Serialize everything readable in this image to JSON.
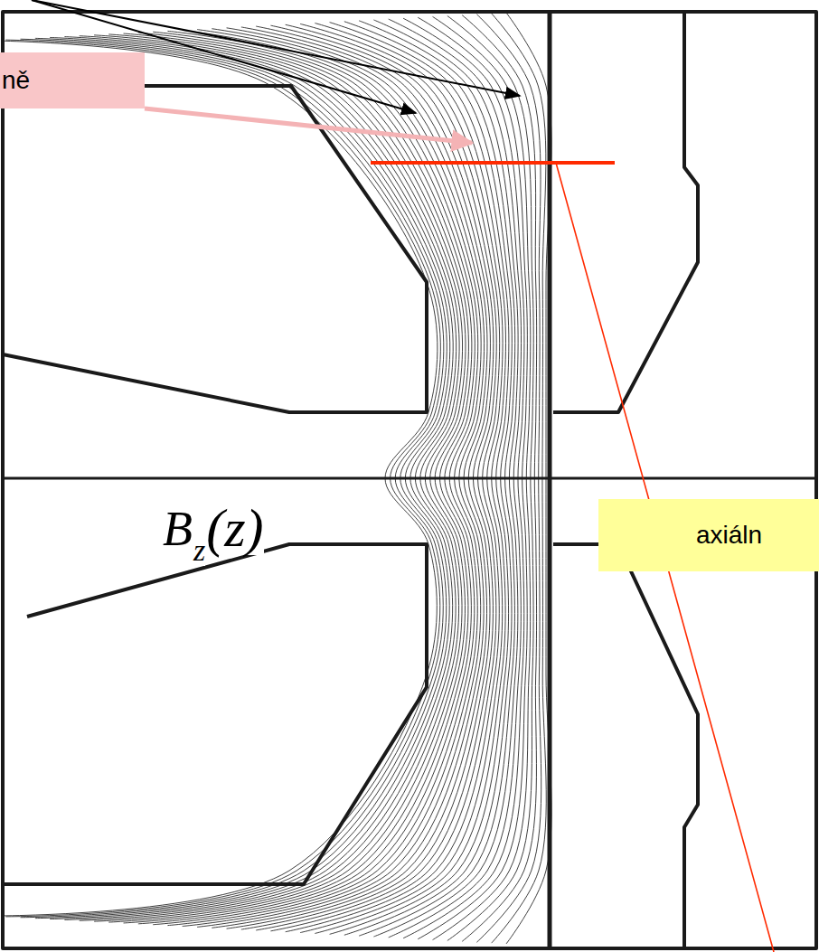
{
  "diagram": {
    "nodes": [
      {
        "text": [
          "ně"
        ]
      },
      {
        "text": [
          "axiáln"
        ]
      }
    ],
    "labels": [
      "B",
      "z",
      "(z)"
    ]
  }
}
